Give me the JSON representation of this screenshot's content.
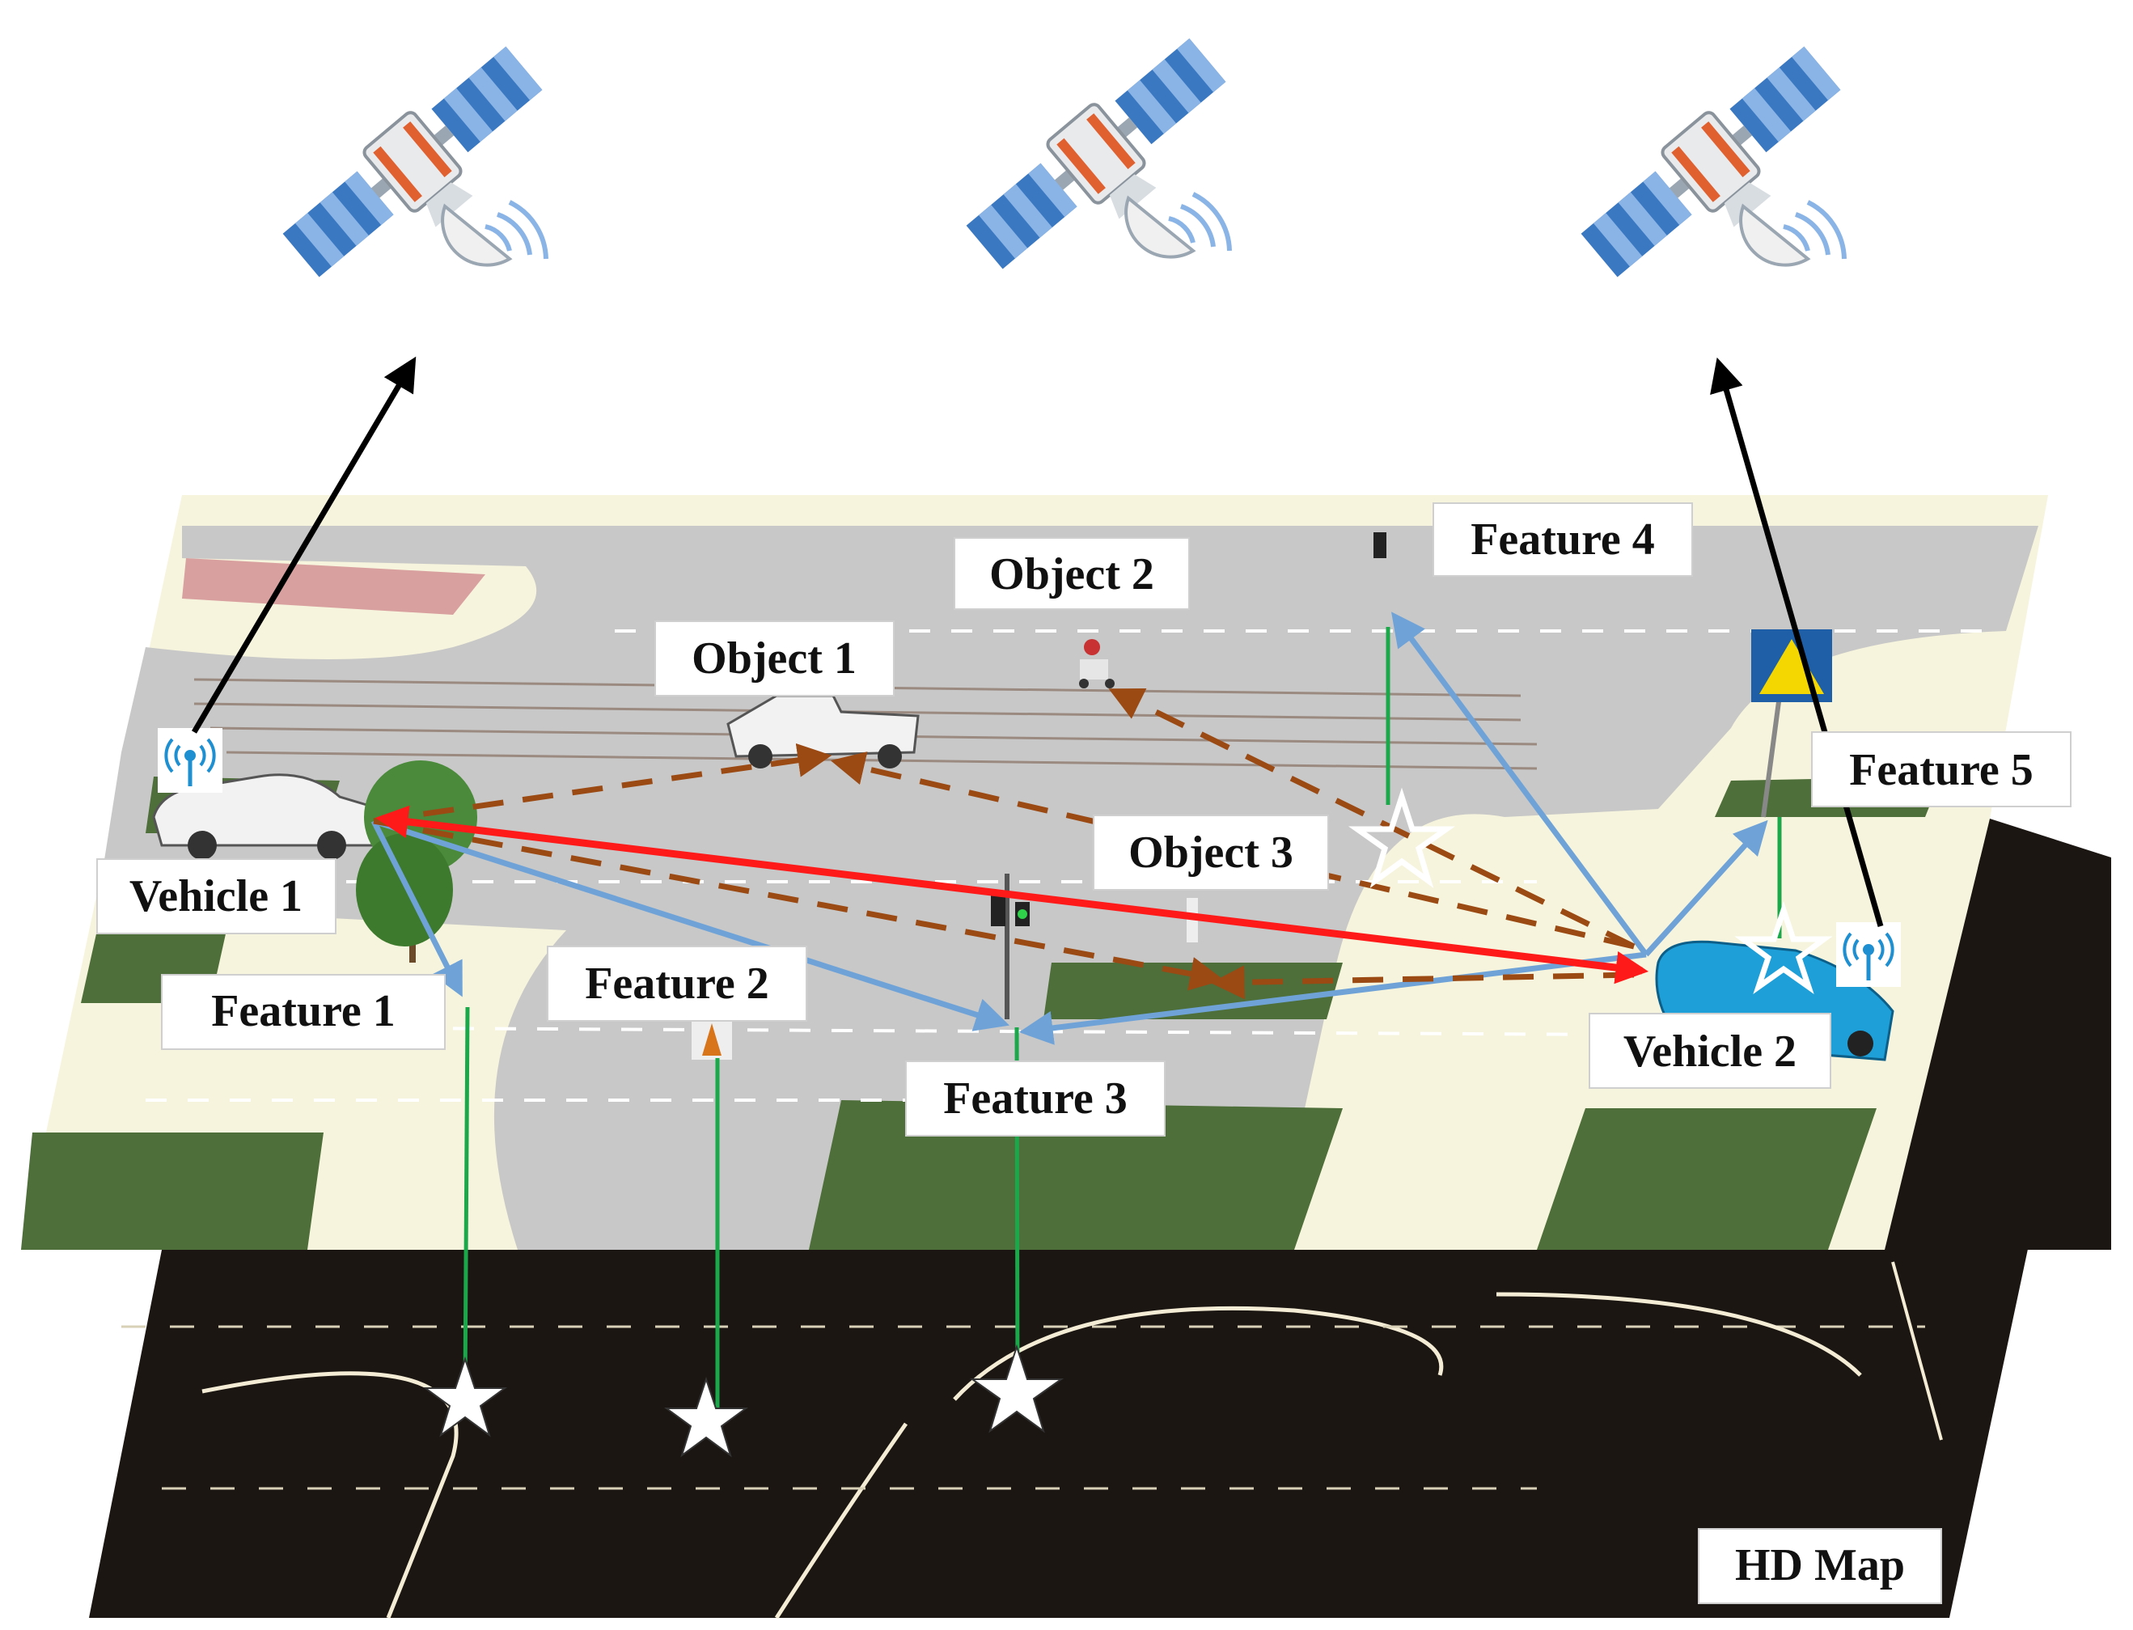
{
  "labels": {
    "vehicle_1": "Vehicle 1",
    "vehicle_2": "Vehicle 2",
    "object_1": "Object 1",
    "object_2": "Object 2",
    "object_3": "Object 3",
    "feature_1": "Feature 1",
    "feature_2": "Feature 2",
    "feature_3": "Feature 3",
    "feature_4": "Feature 4",
    "feature_5": "Feature 5",
    "hd_map": "HD Map"
  },
  "colors": {
    "v2v_link": "#ff1a1a",
    "feature_link": "#6fa3d8",
    "object_link": "#9b4a14",
    "gnss_link": "#000000",
    "projection_line": "#1aa84a",
    "road": "#c8c8c8",
    "grass": "#4e6e3a",
    "sidewalk": "#f6f4dc",
    "hd_map_bg": "#1b1612",
    "vehicle_1_body": "#f2f2f2",
    "vehicle_2_body": "#1e9fd8",
    "satellite_panel": "#3a78c2"
  },
  "icons": [
    "satellite-icon",
    "antenna-icon",
    "star-icon",
    "traffic-light-icon",
    "pedestrian-sign-icon",
    "car-icon",
    "truck-icon",
    "motorcycle-icon",
    "tree-icon"
  ]
}
